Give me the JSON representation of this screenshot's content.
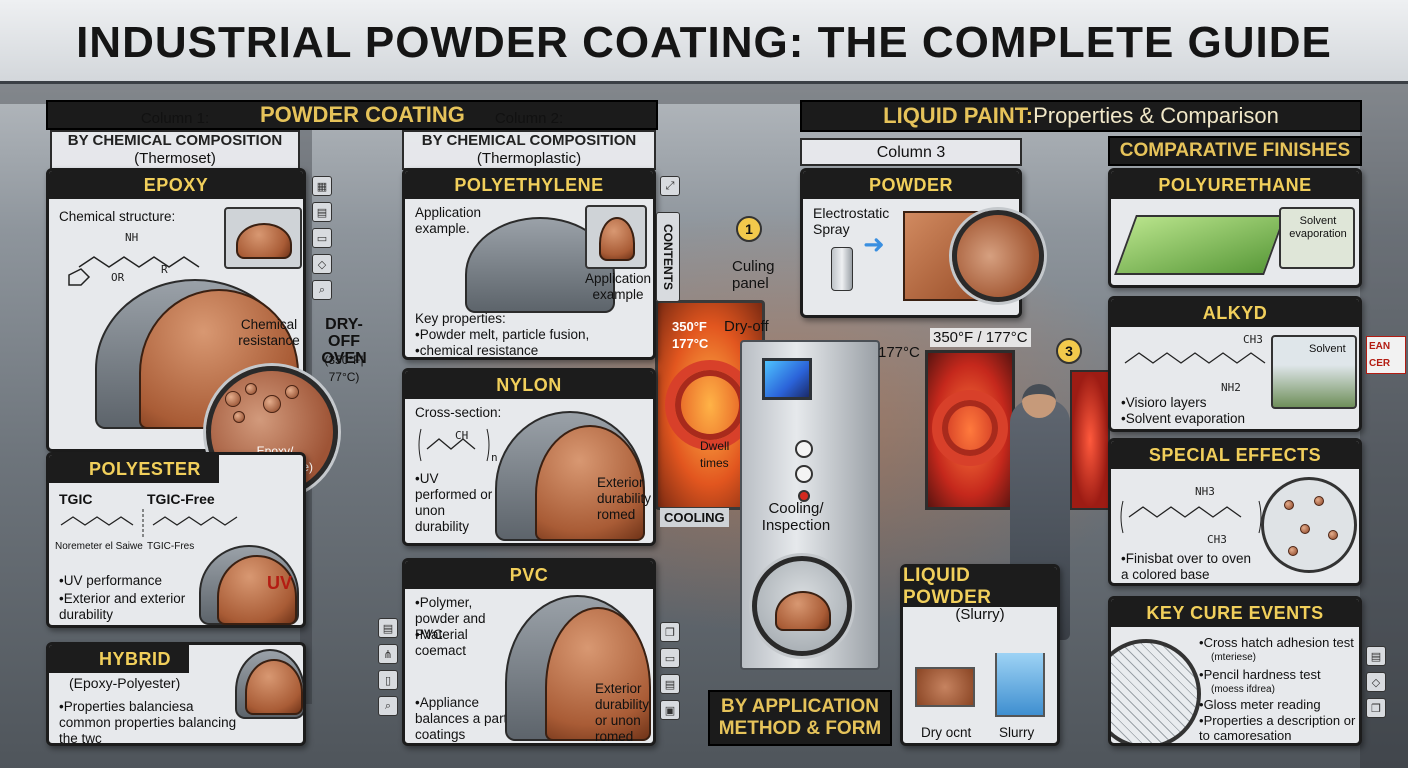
{
  "title": "INDUSTRIAL POWDER COATING: THE COMPLETE GUIDE",
  "banners": {
    "powder_coating": "POWDER COATING",
    "liquid_paint_bold": "LIQUID PAINT:",
    "liquid_paint_rest": " Properties & Comparison",
    "comparative_finishes": "COMPARATIVE FINISHES",
    "by_application_line1": "BY APPLICATION",
    "by_application_line2": "METHOD & FORM"
  },
  "columns": {
    "col1": {
      "label": "Column 1:",
      "title": "BY CHEMICAL COMPOSITION",
      "sub": "(Thermoset)"
    },
    "col2": {
      "label": "Column 2:",
      "title": "BY CHEMICAL COMPOSITION",
      "sub": "(Thermoplastic)"
    },
    "col3": {
      "label": "Column 3"
    }
  },
  "cards": {
    "epoxy": {
      "title": "EPOXY",
      "structure_label": "Chemical structure:",
      "callout": "Chemical resistance",
      "magnifier_text": "Epoxy/ (Eloxpolyeste)",
      "chem_fragment": "NH",
      "chem_r": "R",
      "chem_or": "OR"
    },
    "polyester": {
      "title": "POLYESTER",
      "tgic": "TGIC",
      "tgic_free": "TGIC-Free",
      "tgic_caption": "Noremeter el Saiwe",
      "tgic_free_caption": "TGIC-Fres",
      "bullets": [
        "UV performance",
        "Exterior and exterior durability"
      ],
      "uv_label": "UV"
    },
    "hybrid": {
      "title": "HYBRID",
      "subtitle": "(Epoxy-Polyester)",
      "bullets": [
        "Properties balanciesa common properties balancing the twc"
      ]
    },
    "polyethylene": {
      "title": "POLYETHYLENE",
      "app_label": "Application example.",
      "app_callout": "Application example",
      "key_heading": "Key properties:",
      "bullets": [
        "Powder melt, particle fusion,",
        "chemical resistance"
      ]
    },
    "nylon": {
      "title": "NYLON",
      "cross_label": "Cross-section:",
      "bullets_left": [
        "UV performed or unon durability"
      ],
      "callout": "Exterior durability romed",
      "chem_ch": "CH",
      "chem_n": "n"
    },
    "pvc": {
      "title": "PVC",
      "bullets": [
        "Polymer, powder and PVC",
        "Material coemact"
      ],
      "bullet_bottom": "Appliance balances a part coatings",
      "callout": "Exterior durability or unon romed"
    },
    "powder": {
      "title": "POWDER",
      "spray_label": "Electrostatic Spray"
    },
    "liquid_powder": {
      "title": "LIQUID POWDER",
      "subtitle": "(Slurry)",
      "left_caption": "Dry ocnt",
      "right_caption": "Slurry"
    },
    "polyurethane": {
      "title": "POLYURETHANE",
      "inset": "Solvent evaporation"
    },
    "alkyd": {
      "title": "ALKYD",
      "inset": "Solvent",
      "bullets": [
        "Visioro layers",
        "Solvent evaporation"
      ],
      "chem_ch3": "CH3",
      "chem_nh2": "NH2"
    },
    "special_effects": {
      "title": "SPECIAL EFFECTS",
      "bullets": [
        "Finisbat over to oven a colored base"
      ],
      "chem_nh3": "NH3",
      "chem_ch3": "CH3"
    },
    "key_cure_events": {
      "title": "KEY CURE EVENTS",
      "bullets": [
        "Cross hatch adhesion test",
        "Pencil hardness test",
        "Gloss meter reading",
        "Properties a description or to camoresation"
      ],
      "notes": [
        "(mteriese)",
        "(moess ifdrea)"
      ]
    }
  },
  "scene_labels": {
    "dry_off_oven": "DRY-OFF OVEN",
    "dry_off_temp": "(350°F| 77°C)",
    "oven_temp": "350°F 177°C",
    "dry_off": "Dry-off",
    "culing_panel": "Culing panel",
    "dwell_times": "Dwell times",
    "cooling": "COOLING",
    "cooling_inspection": "Cooling/ Inspection",
    "temp_177": "177°C",
    "temp_350_177": "350°F / 177°C",
    "contents": "CONTENTS",
    "side_sign": "EAN CER"
  },
  "badges": [
    "1",
    "3"
  ],
  "colors": {
    "banner_bg": "#1b1b1b",
    "banner_text": "#e6c35a",
    "copper": "#a95c36",
    "oven_glow": "#e2561f"
  }
}
